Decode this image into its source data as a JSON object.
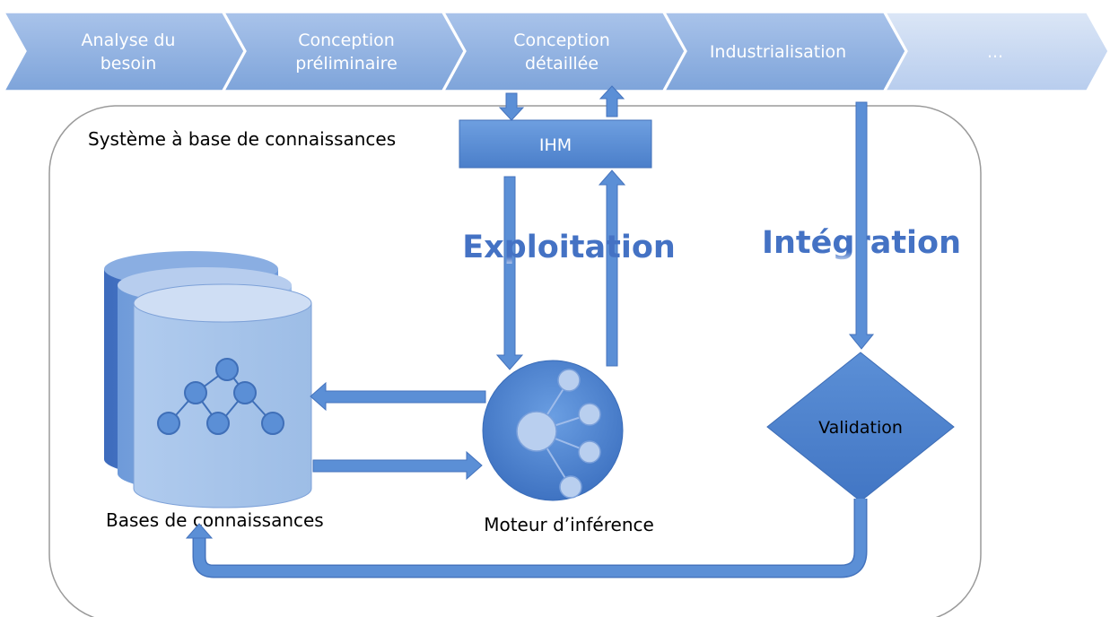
{
  "phases": [
    {
      "lines": [
        "Analyse du",
        "besoin"
      ]
    },
    {
      "lines": [
        "Conception",
        "préliminaire"
      ]
    },
    {
      "lines": [
        "Conception",
        "détaillée"
      ]
    },
    {
      "lines": [
        "Industrialisation"
      ]
    },
    {
      "lines": [
        "..."
      ]
    }
  ],
  "system": {
    "title": "Système à base de connaissances",
    "hmi_label": "IHM",
    "exploitation_label": "Exploitation",
    "integration_label": "Intégration",
    "knowledge_bases_label": "Bases de connaissances",
    "inference_engine_label": "Moteur d’inférence",
    "validation_label": "Validation"
  },
  "colors": {
    "chevron_blue": "#8eb0e0",
    "chevron_light": "#c9d9f1",
    "primary_blue": "#5b8fd6",
    "accent_text": "#4472c4"
  }
}
